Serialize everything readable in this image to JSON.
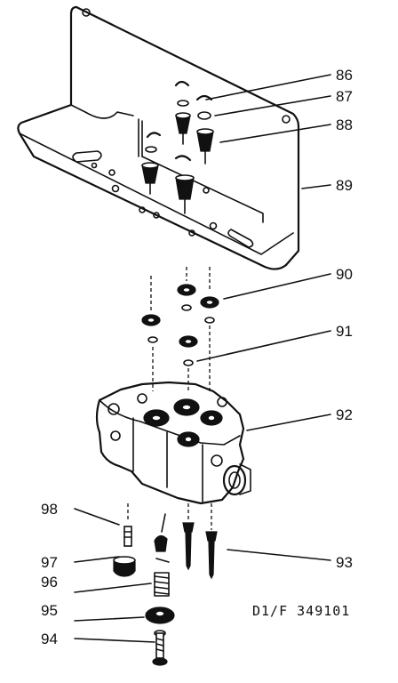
{
  "callouts": {
    "c86": "86",
    "c87": "87",
    "c88": "88",
    "c89": "89",
    "c90": "90",
    "c91": "91",
    "c92": "92",
    "c93": "93",
    "c94": "94",
    "c95": "95",
    "c96": "96",
    "c97": "97",
    "c98": "98"
  },
  "reference": "D1/F 349101"
}
